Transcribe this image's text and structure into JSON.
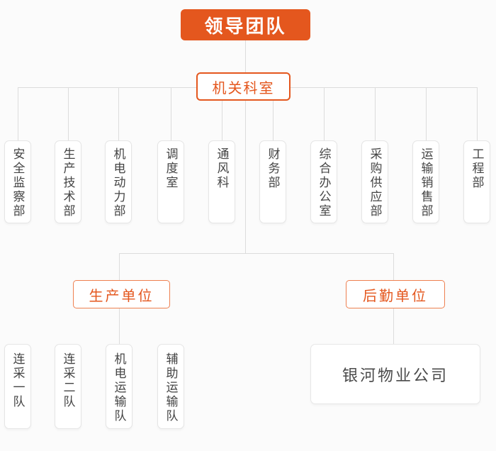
{
  "colors": {
    "accent_orange": "#e4571e",
    "branch_border_orange": "#ee8050",
    "connector_line": "#dcdcdc",
    "box_border": "#e5e5e5",
    "dept_text": "#444444",
    "background": "#fbfbfb"
  },
  "org": {
    "root": {
      "label": "领导团队"
    },
    "level2": {
      "label": "机关科室"
    },
    "departments": [
      {
        "label": "安全监察部"
      },
      {
        "label": "生产技术部"
      },
      {
        "label": "机电动力部"
      },
      {
        "label": "调度室"
      },
      {
        "label": "通风科"
      },
      {
        "label": "财务部"
      },
      {
        "label": "综合办公室"
      },
      {
        "label": "采购供应部"
      },
      {
        "label": "运输销售部"
      },
      {
        "label": "工程部"
      }
    ],
    "branches": [
      {
        "label": "生产单位"
      },
      {
        "label": "后勤单位"
      }
    ],
    "production_teams": [
      {
        "label": "连采一队"
      },
      {
        "label": "连采二队"
      },
      {
        "label": "机电运输队"
      },
      {
        "label": "辅助运输队"
      }
    ],
    "logistics_company": {
      "label": "银河物业公司"
    }
  }
}
